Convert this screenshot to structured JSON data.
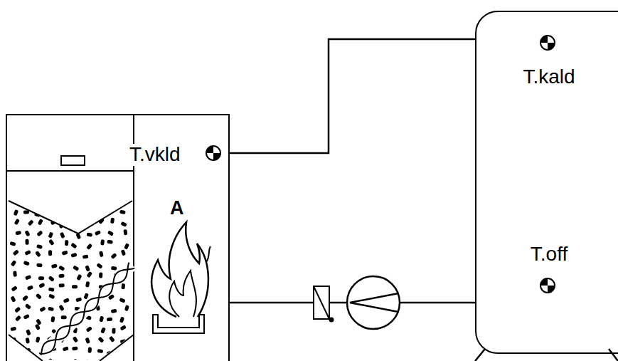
{
  "diagram": {
    "nodes": [
      {
        "text": [
          "T.vkld",
          "A"
        ]
      },
      {
        "text": [
          "T.kald",
          "T.off"
        ]
      }
    ],
    "edges": [
      {
        "from": 0,
        "to": 1,
        "arrow": "none"
      },
      {
        "from": 0,
        "to": 1,
        "arrow": "none"
      }
    ]
  }
}
